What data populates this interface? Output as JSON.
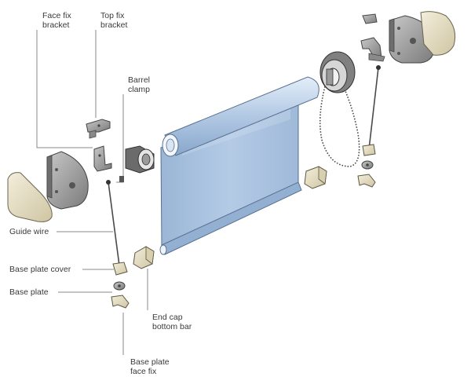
{
  "labels": {
    "face_fix_bracket": "Face fix\nbracket",
    "top_fix_bracket": "Top fix\nbracket",
    "barrel_clamp": "Barrel\nclamp",
    "guide_wire": "Guide wire",
    "base_plate_cover": "Base plate cover",
    "base_plate": "Base plate",
    "end_cap_bottom_bar": "End cap\nbottom bar",
    "base_plate_face_fix": "Base plate\nface fix"
  },
  "colors": {
    "fabric": "#a9c3e0",
    "fabric_light": "#cfe0f2",
    "metal": "#a3a3a3",
    "metal_dark": "#5e5e5e",
    "cream": "#e8e0c6",
    "leader": "#8a8a8a"
  }
}
